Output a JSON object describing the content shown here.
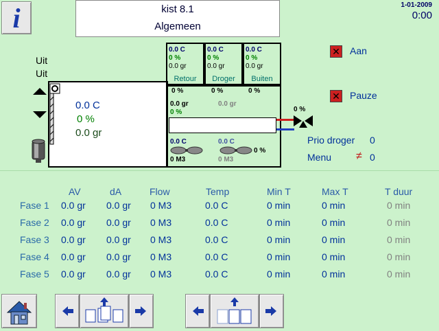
{
  "header": {
    "title_line1": "kist 8.1",
    "title_line2": "Algemeen",
    "date": "1-01-2009",
    "time": "0:00",
    "info_glyph": "i"
  },
  "left": {
    "uit1": "Uit",
    "uit2": "Uit",
    "temp": "0.0 C",
    "percent": "0 %",
    "gr": "0.0 gr"
  },
  "sensors": [
    {
      "c": "0.0 C",
      "p": "0 %",
      "gr": "0.0 gr",
      "name": "Retour"
    },
    {
      "c": "0.0 C",
      "p": "0 %",
      "gr": "0.0 gr",
      "name": "Droger"
    },
    {
      "c": "0.0 C",
      "p": "0 %",
      "gr": "0.0 gr",
      "name": "Buiten"
    }
  ],
  "mid": {
    "pct1": "0 %",
    "pct2": "0 %",
    "pct3": "0 %",
    "gr_left": "0.0 gr",
    "pct_left": "0 %",
    "gr_grey": "0.0 gr",
    "valve_pct": "0 %",
    "fan1_c": "0.0 C",
    "fan2_c": "0.0 C",
    "fan_pct": "0 %",
    "fan1_m3": "0 M3",
    "fan2_m3": "0 M3"
  },
  "right": {
    "aan": "Aan",
    "pauze": "Pauze",
    "prio_label": "Prio droger",
    "prio_value": "0",
    "menu_label": "Menu",
    "menu_neq": "≠",
    "menu_value": "0"
  },
  "table": {
    "headers": [
      "AV",
      "dA",
      "Flow",
      "Temp",
      "Min T",
      "Max T",
      "T duur"
    ],
    "rows": [
      {
        "label": "Fase 1",
        "cells": [
          "0.0 gr",
          "0.0 gr",
          "0 M3",
          "0.0 C",
          "0 min",
          "0 min",
          "0 min"
        ]
      },
      {
        "label": "Fase 2",
        "cells": [
          "0.0 gr",
          "0.0 gr",
          "0 M3",
          "0.0 C",
          "0 min",
          "0 min",
          "0 min"
        ]
      },
      {
        "label": "Fase 3",
        "cells": [
          "0.0 gr",
          "0.0 gr",
          "0 M3",
          "0.0 C",
          "0 min",
          "0 min",
          "0 min"
        ]
      },
      {
        "label": "Fase 4",
        "cells": [
          "0.0 gr",
          "0.0 gr",
          "0 M3",
          "0.0 C",
          "0 min",
          "0 min",
          "0 min"
        ]
      },
      {
        "label": "Fase 5",
        "cells": [
          "0.0 gr",
          "0.0 gr",
          "0 M3",
          "0.0 C",
          "0 min",
          "0 min",
          "0 min"
        ]
      }
    ]
  },
  "colors": {
    "background": "#ccf2cc",
    "value_blue": "#00309a",
    "value_green": "#008000",
    "checkbox_red": "#cc2020"
  }
}
